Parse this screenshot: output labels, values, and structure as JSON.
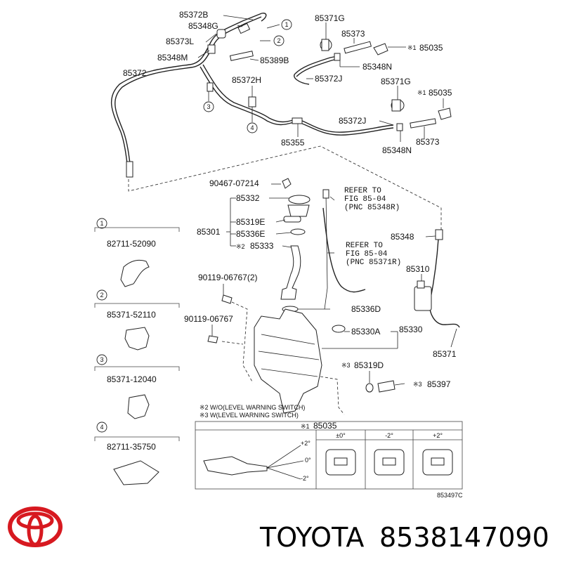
{
  "diagram": {
    "labels": {
      "l85372B": "85372B",
      "l85348G": "85348G",
      "l85373L": "85373L",
      "l85348M": "85348M",
      "l85389B": "85389B",
      "l85372": "85372",
      "l85372H": "85372H",
      "l85371G_a": "85371G",
      "l85373_a": "85373",
      "l85035_a": "85035",
      "l85348N_a": "85348N",
      "l85372J_a": "85372J",
      "l85371G_b": "85371G",
      "l85035_b": "85035",
      "l85372J_b": "85372J",
      "l85355": "85355",
      "l85348N_b": "85348N",
      "l85373_b": "85373",
      "l90467": "90467-07214",
      "l85332": "85332",
      "l85319E": "85319E",
      "l85301": "85301",
      "l85336E": "85336E",
      "l85333": "85333",
      "lRefer1a": "REFER TO",
      "lRefer1b": "FIG 85-04",
      "lRefer1c": "(PNC 85348R)",
      "lRefer2a": "REFER TO",
      "lRefer2b": "FIG 85-04",
      "lRefer2c": "(PNC 85371R)",
      "l85348": "85348",
      "l85310": "85310",
      "l90119a": "90119-06767(2)",
      "l90119b": "90119-06767",
      "l85336D": "85336D",
      "l85330A": "85330A",
      "l85330": "85330",
      "l85371": "85371",
      "l85319D": "85319D",
      "l85397": "85397",
      "p1": "82711-52090",
      "p2": "85371-52110",
      "p3": "85371-12040",
      "p4": "82711-35750",
      "noteWO": "※2 W/O(LEVEL WARNING SWITCH)",
      "noteW": "※3 W(LEVEL WARNING SWITCH)",
      "table85035": "85035",
      "angle0": "±0°",
      "angleMinus": "-2°",
      "anglePlus": "+2°",
      "figPlus2": "+2°",
      "fig0": "0°",
      "figMinus2": "-2°",
      "figno": "853497C",
      "ast1": "※1",
      "ast2": "※2",
      "ast3": "※3"
    },
    "callouts": [
      "1",
      "2",
      "3",
      "4"
    ]
  },
  "footer": {
    "brand": "TOYOTA",
    "part_number": "8538147090",
    "logo_color": "#d71920"
  }
}
